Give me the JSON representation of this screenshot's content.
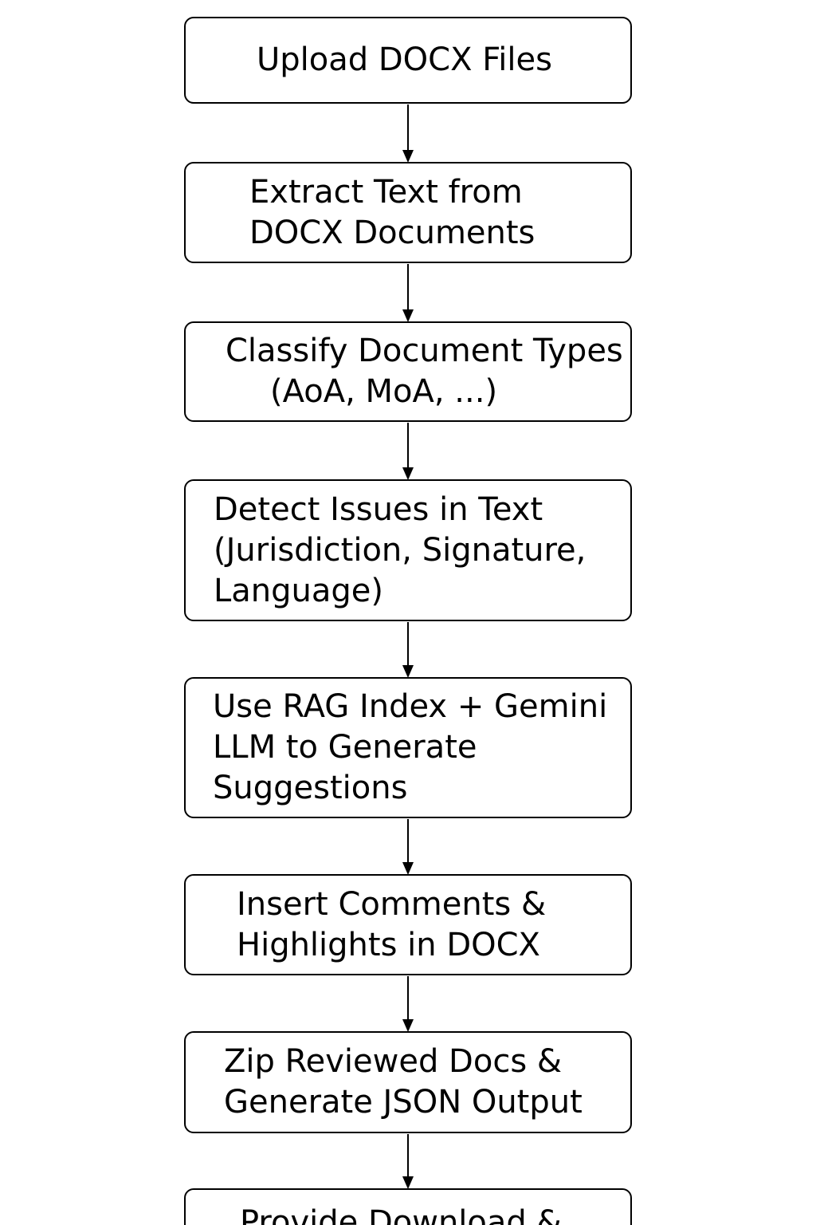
{
  "flowchart": {
    "steps": [
      {
        "lines": [
          "Upload DOCX Files"
        ]
      },
      {
        "lines": [
          "Extract Text from",
          "DOCX Documents"
        ]
      },
      {
        "lines": [
          "Classify Document Types",
          "(AoA, MoA, ...)"
        ]
      },
      {
        "lines": [
          "Detect Issues in Text",
          "(Jurisdiction, Signature,",
          "Language)"
        ]
      },
      {
        "lines": [
          "Use RAG Index + Gemini",
          "LLM to Generate",
          "Suggestions"
        ]
      },
      {
        "lines": [
          "Insert Comments &",
          "Highlights in DOCX"
        ]
      },
      {
        "lines": [
          "Zip Reviewed Docs &",
          "Generate JSON Output"
        ]
      },
      {
        "lines": [
          "Provide Download &"
        ]
      }
    ],
    "colors": {
      "stroke": "#000000",
      "fill": "#ffffff",
      "text": "#000000"
    },
    "connector_style": "arrow-down"
  }
}
